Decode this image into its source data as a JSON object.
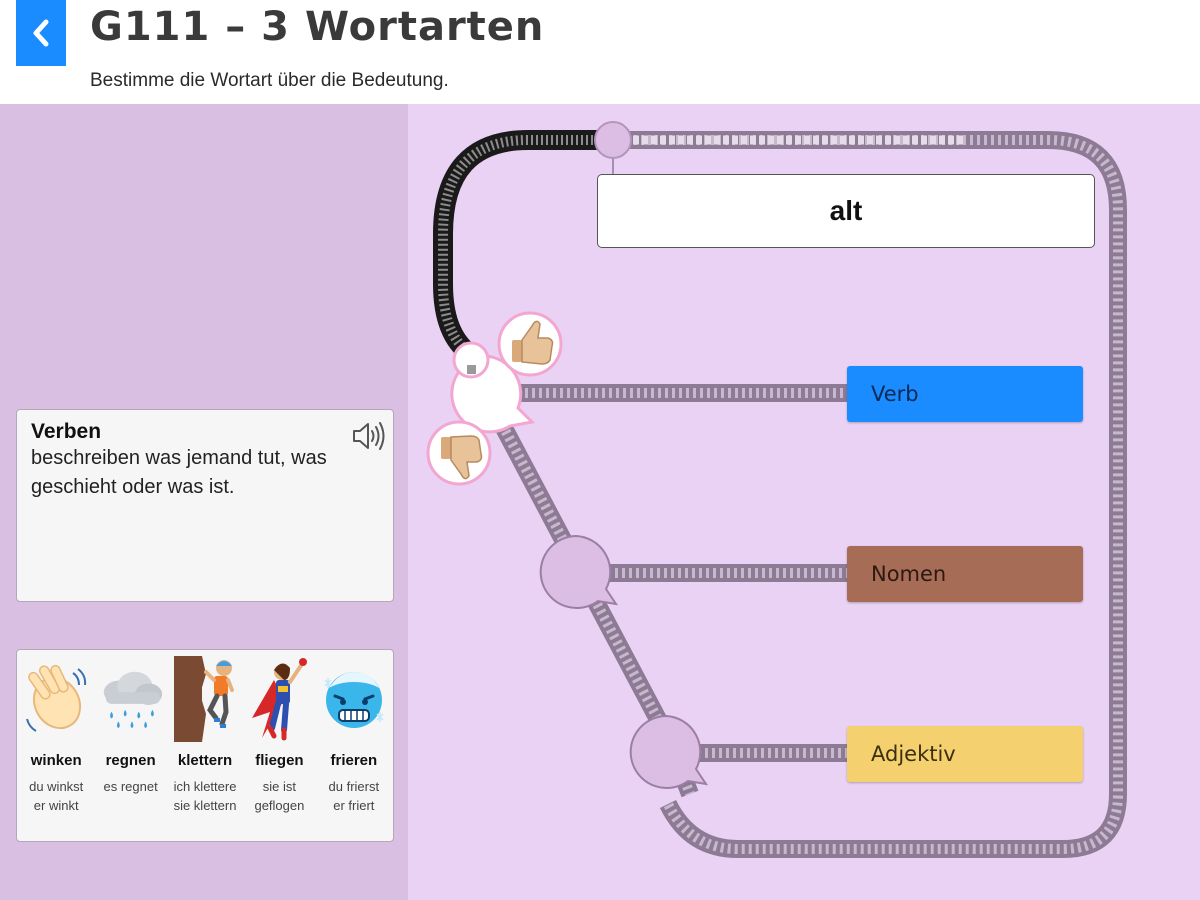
{
  "header": {
    "title": "G111 – 3 Wortarten",
    "subtitle": "Bestimme die Wortart über die Bedeutung."
  },
  "info": {
    "title": "Verben",
    "text": "beschreiben was jemand tut, was geschieht oder was ist."
  },
  "examples": [
    {
      "word": "winken",
      "forms": "du winkst\ner winkt",
      "icon": "waving-hand-icon"
    },
    {
      "word": "regnen",
      "forms": "es regnet",
      "icon": "rain-cloud-icon"
    },
    {
      "word": "klettern",
      "forms": "ich klettere\nsie klettern",
      "icon": "climber-icon"
    },
    {
      "word": "fliegen",
      "forms": "sie ist\ngeflogen",
      "icon": "superhero-icon"
    },
    {
      "word": "frieren",
      "forms": "du frierst\ner friert",
      "icon": "freezing-face-icon"
    }
  ],
  "game": {
    "current_word": "alt",
    "answers": {
      "verb": "Verb",
      "nomen": "Nomen",
      "adjektiv": "Adjektiv"
    }
  },
  "colors": {
    "accent_blue": "#1a8cff",
    "left_panel_bg": "#d9bfe2",
    "game_bg": "#ead2f5",
    "nomen_brown": "#a66c55",
    "adjektiv_yellow": "#f5d06e",
    "track_gray": "#9b8aa3",
    "station_pink": "#dcbde3"
  }
}
